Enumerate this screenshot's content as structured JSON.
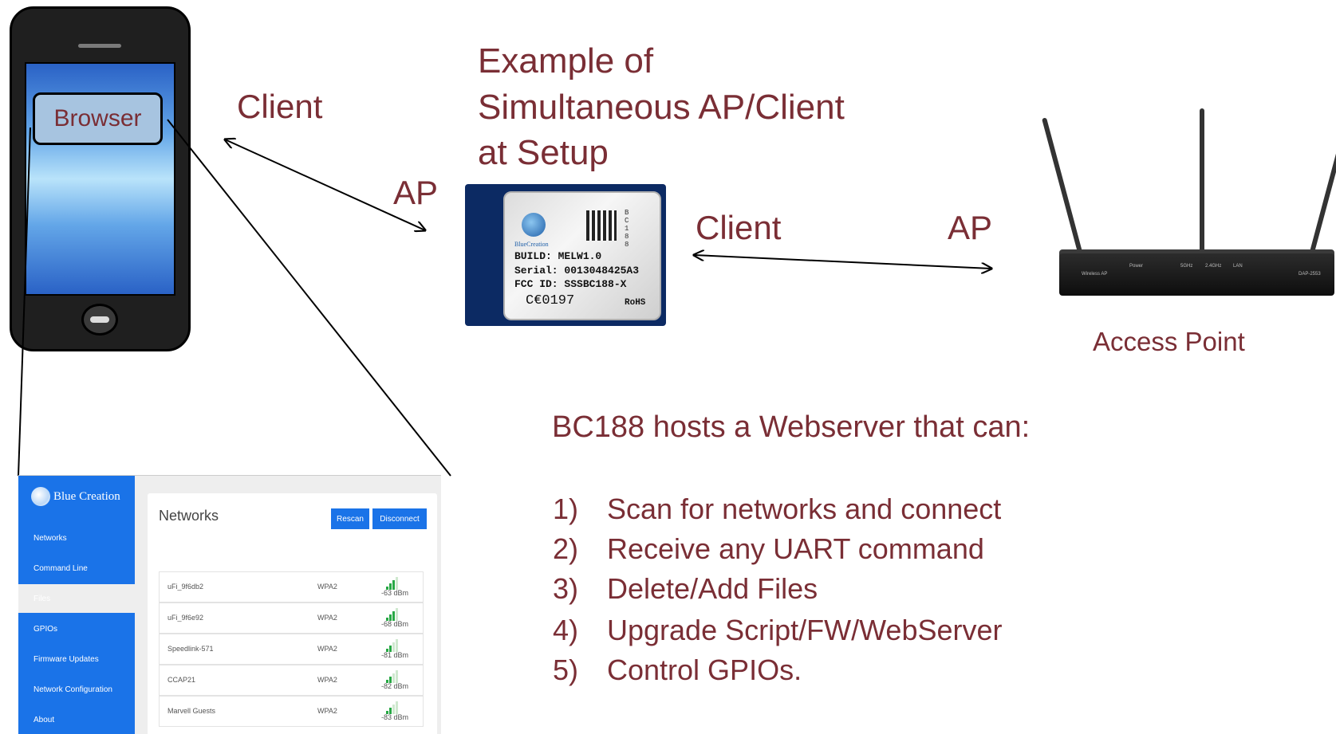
{
  "labels": {
    "title_line1": "Example of",
    "title_line2": "Simultaneous AP/Client",
    "title_line3": "at Setup",
    "client_left": "Client",
    "ap_left": "AP",
    "client_right": "Client",
    "ap_right": "AP",
    "access_point": "Access Point",
    "browser": "Browser"
  },
  "description": {
    "heading": "BC188 hosts a Webserver that can:",
    "items": [
      {
        "num": "1)",
        "text": "Scan for networks and connect"
      },
      {
        "num": "2)",
        "text": "Receive any UART command"
      },
      {
        "num": "3)",
        "text": "Delete/Add Files"
      },
      {
        "num": "4)",
        "text": "Upgrade Script/FW/WebServer"
      },
      {
        "num": "5)",
        "text": "Control GPIOs."
      }
    ]
  },
  "module": {
    "vertical": "BC188",
    "brand": "BlueCreation",
    "build": "BUILD: MELW1.0",
    "serial": "Serial: 0013048425A3",
    "fcc": "FCC ID: SSSBC188-X",
    "ce": "C€0197",
    "rohs": "RoHS"
  },
  "router": {
    "brand": "Wireless AP",
    "power": "Power",
    "g5": "5GHz",
    "g24": "2.4GHz",
    "lan": "LAN",
    "model": "DAP-2553"
  },
  "webui": {
    "logo": "Blue Creation",
    "sidebar": [
      "Networks",
      "Command Line",
      "Files",
      "GPIOs",
      "Firmware Updates",
      "Network Configuration",
      "About"
    ],
    "page_title": "Networks",
    "rescan": "Rescan",
    "disconnect": "Disconnect",
    "networks": [
      {
        "ssid": "uFi_9f6db2",
        "security": "WPA2",
        "signal": "-63 dBm",
        "strength": 3
      },
      {
        "ssid": "uFi_9f6e92",
        "security": "WPA2",
        "signal": "-68 dBm",
        "strength": 3
      },
      {
        "ssid": "Speedlink-571",
        "security": "WPA2",
        "signal": "-81 dBm",
        "strength": 2
      },
      {
        "ssid": "CCAP21",
        "security": "WPA2",
        "signal": "-82 dBm",
        "strength": 2
      },
      {
        "ssid": "Marvell Guests",
        "security": "WPA2",
        "signal": "-83 dBm",
        "strength": 2
      }
    ]
  },
  "colors": {
    "text": "#7a2e35",
    "webui_blue": "#1a73e8",
    "signal_on": "#27a844",
    "signal_off": "#cfe8cf"
  }
}
